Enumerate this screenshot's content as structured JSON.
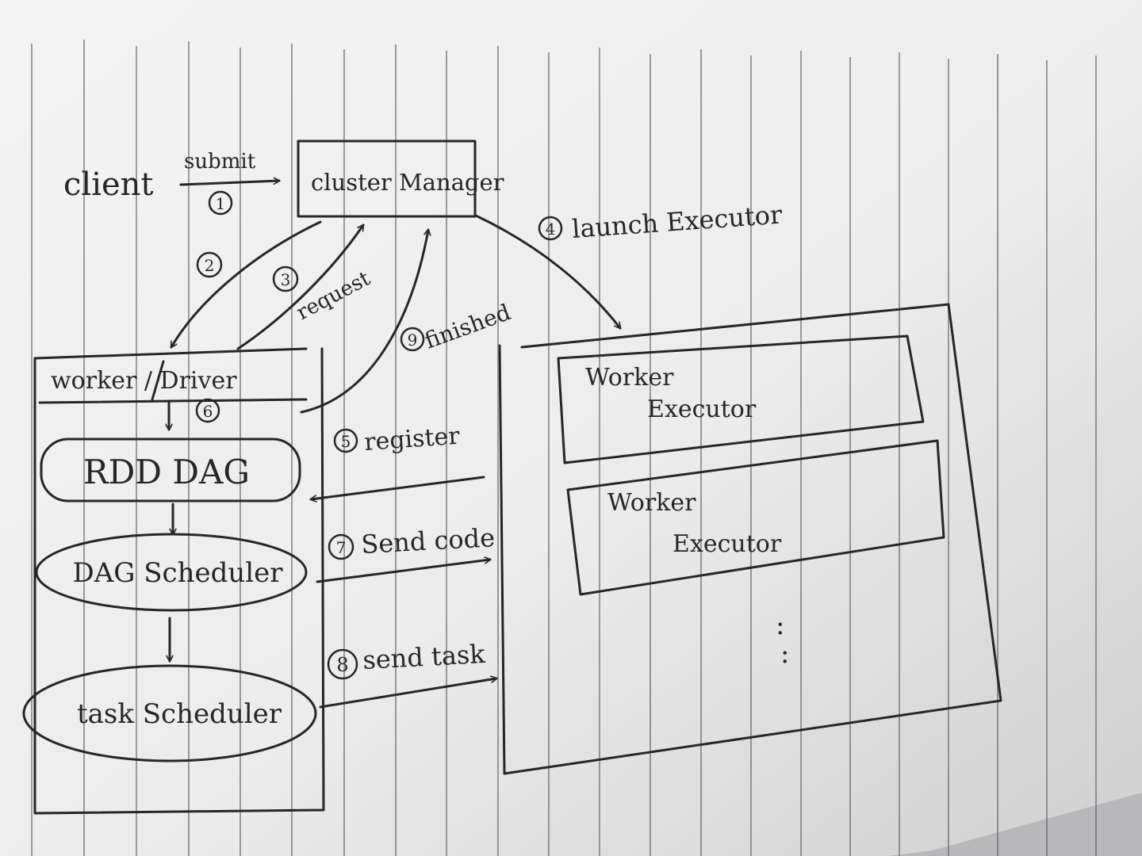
{
  "diagram": {
    "client": "client",
    "cluster_manager": "cluster Manager",
    "driver_header": "worker / Driver",
    "rdd_dag": "RDD DAG",
    "dag_scheduler": "DAG Scheduler",
    "task_scheduler": "task Scheduler",
    "executor_nodes": [
      {
        "worker": "Worker",
        "executor": "Executor"
      },
      {
        "worker": "Worker",
        "executor": "Executor"
      }
    ],
    "ellipsis": ":",
    "steps": {
      "submit": {
        "num": "1",
        "label": "submit"
      },
      "s2": {
        "num": "2"
      },
      "request": {
        "num": "3",
        "label": "request"
      },
      "launch": {
        "num": "4",
        "label": "launch Executor"
      },
      "register": {
        "num": "5",
        "label": "register"
      },
      "s6": {
        "num": "6"
      },
      "send_code": {
        "num": "7",
        "label": "Send code"
      },
      "send_task": {
        "num": "8",
        "label": "send task"
      },
      "finished": {
        "num": "9",
        "label": "finished"
      }
    }
  },
  "colors": {
    "paper": "#efefef",
    "ink": "#262624",
    "rule": "#55565c",
    "shadow": "#b9b9bb"
  }
}
